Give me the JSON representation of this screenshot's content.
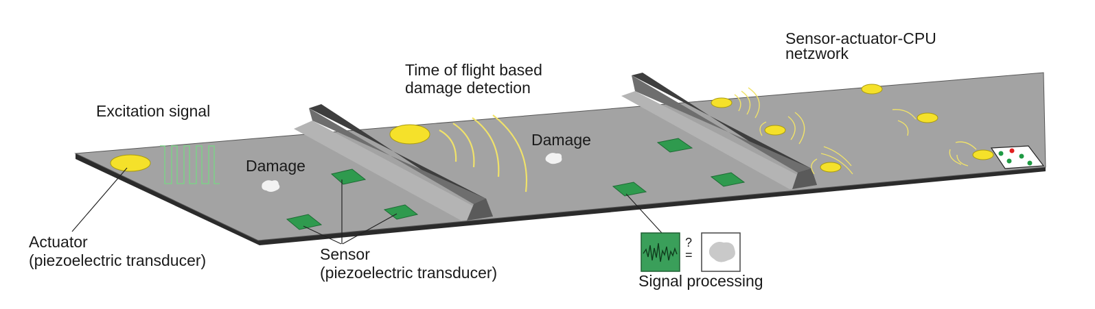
{
  "labels": {
    "excitation_signal": "Excitation signal",
    "damage_left": "Damage",
    "damage_middle": "Damage",
    "time_of_flight_line1": "Time of flight based",
    "time_of_flight_line2": "damage detection",
    "network_line1": "Sensor-actuator-CPU",
    "network_line2": "netzwork",
    "actuator_line1": "Actuator",
    "actuator_line2": "(piezoelectric transducer)",
    "sensor_line1": "Sensor",
    "sensor_line2": "(piezoelectric transducer)",
    "signal_processing": "Signal processing",
    "compare_symbol": "?",
    "equals_symbol": "="
  },
  "colors": {
    "plate_top": "#a3a3a3",
    "plate_edge": "#2b2b2b",
    "stiffener_light": "#b0b0b0",
    "stiffener_dark": "#4a4a4a",
    "transducer": "#f5e12a",
    "sensor": "#2f9a4e",
    "wave": "#f0e26a",
    "damage": "#f2f2f2",
    "signal_box": "#3a9f5a",
    "led_red": "#e02020",
    "led_green": "#1f9a44"
  }
}
